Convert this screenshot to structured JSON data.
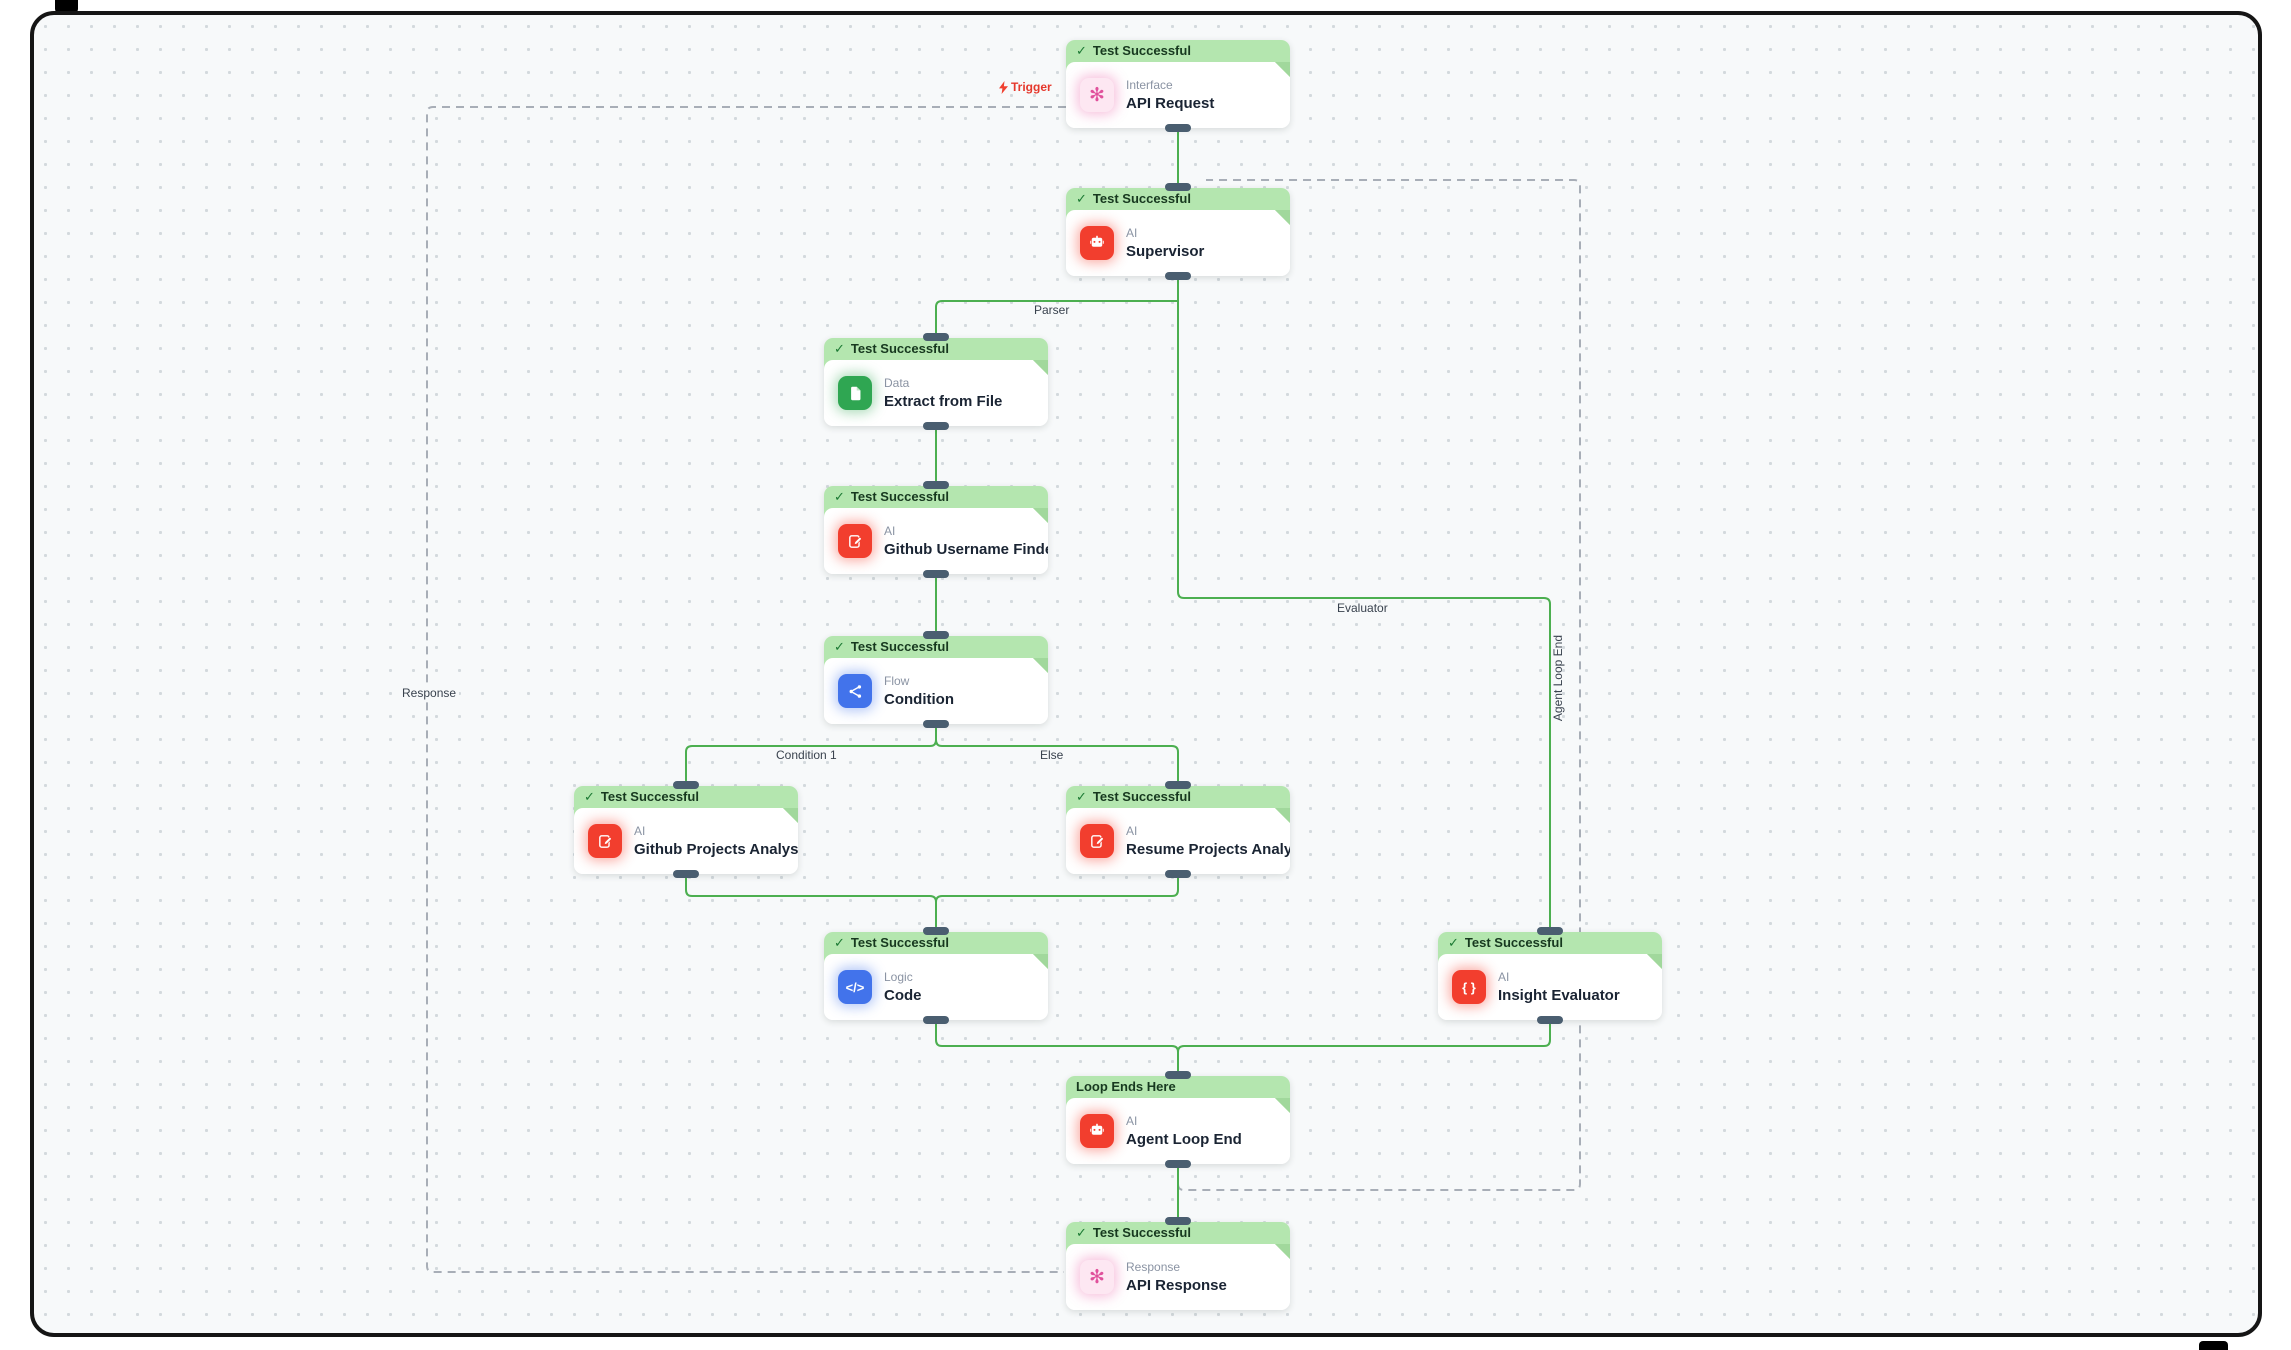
{
  "edge_labels": {
    "trigger": "Trigger",
    "parser": "Parser",
    "evaluator": "Evaluator",
    "agent_loop_end": "Agent Loop End",
    "response": "Response",
    "condition_1": "Condition 1",
    "else": "Else"
  },
  "nodes": [
    {
      "id": "api-request",
      "badge": "Test Successful",
      "badge_check": "✓",
      "category": "Interface",
      "title": "API Request",
      "icon": "flower-icon",
      "glyph": "✻"
    },
    {
      "id": "supervisor",
      "badge": "Test Successful",
      "badge_check": "✓",
      "category": "AI",
      "title": "Supervisor",
      "icon": "robot-icon"
    },
    {
      "id": "extract-from-file",
      "badge": "Test Successful",
      "badge_check": "✓",
      "category": "Data",
      "title": "Extract from File",
      "icon": "file-icon"
    },
    {
      "id": "github-username-finder",
      "badge": "Test Successful",
      "badge_check": "✓",
      "category": "AI",
      "title": "Github Username Finder",
      "icon": "clipboard-pencil-icon"
    },
    {
      "id": "condition",
      "badge": "Test Successful",
      "badge_check": "✓",
      "category": "Flow",
      "title": "Condition",
      "icon": "branch-icon"
    },
    {
      "id": "github-projects-analyser",
      "badge": "Test Successful",
      "badge_check": "✓",
      "category": "AI",
      "title": "Github Projects Analyser",
      "icon": "clipboard-pencil-icon"
    },
    {
      "id": "resume-projects-analyse",
      "badge": "Test Successful",
      "badge_check": "✓",
      "category": "AI",
      "title": "Resume Projects Analyse",
      "icon": "clipboard-pencil-icon"
    },
    {
      "id": "code",
      "badge": "Test Successful",
      "badge_check": "✓",
      "category": "Logic",
      "title": "Code",
      "icon": "code-icon",
      "glyph": "</>"
    },
    {
      "id": "insight-evaluator",
      "badge": "Test Successful",
      "badge_check": "✓",
      "category": "AI",
      "title": "Insight Evaluator",
      "icon": "braces-icon",
      "glyph": "{ }"
    },
    {
      "id": "agent-loop-end",
      "badge": "Loop Ends Here",
      "badge_check": "",
      "category": "AI",
      "title": "Agent Loop End",
      "icon": "robot-icon"
    },
    {
      "id": "api-response",
      "badge": "Test Successful",
      "badge_check": "✓",
      "category": "Response",
      "title": "API Response",
      "icon": "flower-icon",
      "glyph": "✻"
    }
  ],
  "colors": {
    "edge_green": "#4caf50",
    "edge_dashed": "#a8aeb7",
    "badge_bg": "#b4e6af",
    "ai_red": "#f23e2e",
    "flow_blue": "#4273eb",
    "data_green": "#2fa652",
    "interface_pink": "#e0519c",
    "port": "#4a5e70",
    "trigger_red": "#e5382c"
  }
}
